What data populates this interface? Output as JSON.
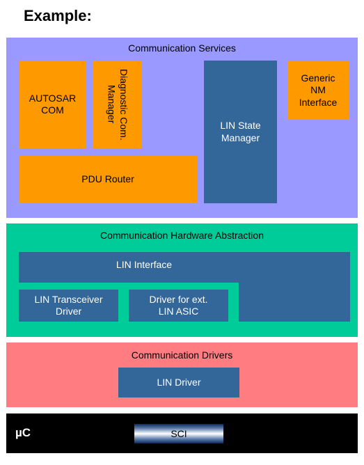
{
  "title": "Example:",
  "layers": {
    "services": {
      "label": "Communication Services",
      "color": "#9999ff"
    },
    "hw_abstraction": {
      "label": "Communication Hardware Abstraction",
      "color": "#00cc99"
    },
    "drivers": {
      "label": "Communication Drivers",
      "color": "#ff7c80"
    },
    "uc": {
      "label": "µC",
      "color": "#000000"
    }
  },
  "modules": {
    "autosar_com": "AUTOSAR COM",
    "diagnostic_com_manager": "Diagnostic Com. Manager",
    "pdu_router": "PDU Router",
    "lin_state_manager": "LIN State Manager",
    "generic_nm_interface": "Generic NM Interface",
    "lin_interface": "LIN Interface",
    "lin_transceiver_driver": "LIN Transceiver Driver",
    "driver_ext_lin_asic": "Driver for ext. LIN ASIC",
    "lin_driver": "LIN Driver",
    "sci": "SCI"
  },
  "colors": {
    "module_orange": "#ff9900",
    "module_blue": "#336699"
  }
}
